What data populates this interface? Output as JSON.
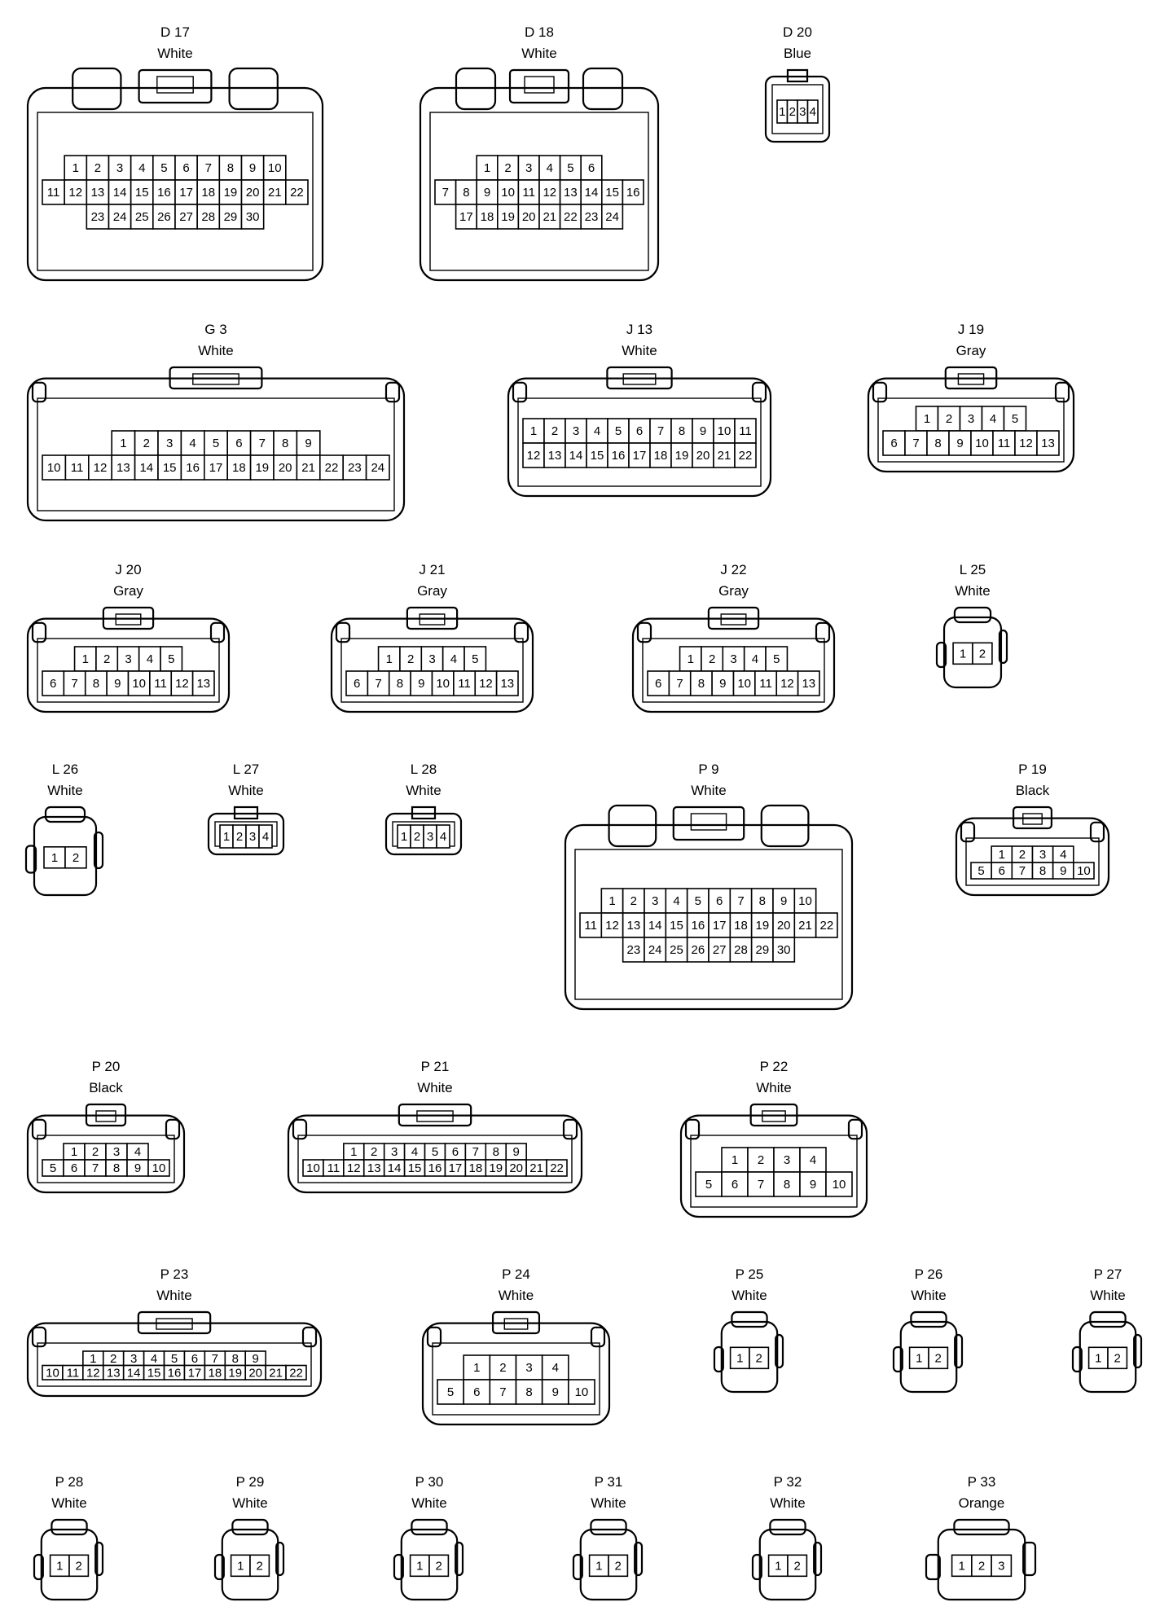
{
  "connectors": [
    {
      "id": "D17",
      "code": "D 17",
      "color": "White",
      "style": "large",
      "rows": [
        [
          "1",
          "2",
          "3",
          "4",
          "5",
          "6",
          "7",
          "8",
          "9",
          "10"
        ],
        [
          "11",
          "12",
          "13",
          "14",
          "15",
          "16",
          "17",
          "18",
          "19",
          "20",
          "21",
          "22"
        ],
        [
          "23",
          "24",
          "25",
          "26",
          "27",
          "28",
          "29",
          "30"
        ]
      ]
    },
    {
      "id": "D18",
      "code": "D 18",
      "color": "White",
      "style": "large",
      "rows": [
        [
          "1",
          "2",
          "3",
          "4",
          "5",
          "6"
        ],
        [
          "7",
          "8",
          "9",
          "10",
          "11",
          "12",
          "13",
          "14",
          "15",
          "16"
        ],
        [
          "17",
          "18",
          "19",
          "20",
          "21",
          "22",
          "23",
          "24"
        ]
      ]
    },
    {
      "id": "D20",
      "code": "D 20",
      "color": "Blue",
      "style": "small",
      "rows": [
        [
          "1",
          "2",
          "3",
          "4"
        ]
      ]
    },
    {
      "id": "G3",
      "code": "G 3",
      "color": "White",
      "style": "wide",
      "rows": [
        [
          "1",
          "2",
          "3",
          "4",
          "5",
          "6",
          "7",
          "8",
          "9"
        ],
        [
          "10",
          "11",
          "12",
          "13",
          "14",
          "15",
          "16",
          "17",
          "18",
          "19",
          "20",
          "21",
          "22",
          "23",
          "24"
        ]
      ]
    },
    {
      "id": "J13",
      "code": "J 13",
      "color": "White",
      "style": "wide",
      "rows": [
        [
          "1",
          "2",
          "3",
          "4",
          "5",
          "6",
          "7",
          "8",
          "9",
          "10",
          "11"
        ],
        [
          "12",
          "13",
          "14",
          "15",
          "16",
          "17",
          "18",
          "19",
          "20",
          "21",
          "22"
        ]
      ]
    },
    {
      "id": "J19",
      "code": "J 19",
      "color": "Gray",
      "style": "medium",
      "rows": [
        [
          "1",
          "2",
          "3",
          "4",
          "5"
        ],
        [
          "6",
          "7",
          "8",
          "9",
          "10",
          "11",
          "12",
          "13"
        ]
      ]
    },
    {
      "id": "J20",
      "code": "J 20",
      "color": "Gray",
      "style": "medium",
      "rows": [
        [
          "1",
          "2",
          "3",
          "4",
          "5"
        ],
        [
          "6",
          "7",
          "8",
          "9",
          "10",
          "11",
          "12",
          "13"
        ]
      ]
    },
    {
      "id": "J21",
      "code": "J 21",
      "color": "Gray",
      "style": "medium",
      "rows": [
        [
          "1",
          "2",
          "3",
          "4",
          "5"
        ],
        [
          "6",
          "7",
          "8",
          "9",
          "10",
          "11",
          "12",
          "13"
        ]
      ]
    },
    {
      "id": "J22",
      "code": "J 22",
      "color": "Gray",
      "style": "medium",
      "rows": [
        [
          "1",
          "2",
          "3",
          "4",
          "5"
        ],
        [
          "6",
          "7",
          "8",
          "9",
          "10",
          "11",
          "12",
          "13"
        ]
      ]
    },
    {
      "id": "L25",
      "code": "L 25",
      "color": "White",
      "style": "plug",
      "rows": [
        [
          "1",
          "2"
        ]
      ]
    },
    {
      "id": "L26",
      "code": "L 26",
      "color": "White",
      "style": "plug",
      "rows": [
        [
          "1",
          "2"
        ]
      ]
    },
    {
      "id": "L27",
      "code": "L 27",
      "color": "White",
      "style": "small",
      "rows": [
        [
          "1",
          "2",
          "3",
          "4"
        ]
      ]
    },
    {
      "id": "L28",
      "code": "L 28",
      "color": "White",
      "style": "small",
      "rows": [
        [
          "1",
          "2",
          "3",
          "4"
        ]
      ]
    },
    {
      "id": "P9",
      "code": "P 9",
      "color": "White",
      "style": "large",
      "rows": [
        [
          "1",
          "2",
          "3",
          "4",
          "5",
          "6",
          "7",
          "8",
          "9",
          "10"
        ],
        [
          "11",
          "12",
          "13",
          "14",
          "15",
          "16",
          "17",
          "18",
          "19",
          "20",
          "21",
          "22"
        ],
        [
          "23",
          "24",
          "25",
          "26",
          "27",
          "28",
          "29",
          "30"
        ]
      ]
    },
    {
      "id": "P19",
      "code": "P 19",
      "color": "Black",
      "style": "medium",
      "rows": [
        [
          "1",
          "2",
          "3",
          "4"
        ],
        [
          "5",
          "6",
          "7",
          "8",
          "9",
          "10"
        ]
      ]
    },
    {
      "id": "P20",
      "code": "P 20",
      "color": "Black",
      "style": "medium",
      "rows": [
        [
          "1",
          "2",
          "3",
          "4"
        ],
        [
          "5",
          "6",
          "7",
          "8",
          "9",
          "10"
        ]
      ]
    },
    {
      "id": "P21",
      "code": "P 21",
      "color": "White",
      "style": "wide",
      "rows": [
        [
          "1",
          "2",
          "3",
          "4",
          "5",
          "6",
          "7",
          "8",
          "9"
        ],
        [
          "10",
          "11",
          "12",
          "13",
          "14",
          "15",
          "16",
          "17",
          "18",
          "19",
          "20",
          "21",
          "22"
        ]
      ]
    },
    {
      "id": "P22",
      "code": "P 22",
      "color": "White",
      "style": "medium",
      "rows": [
        [
          "1",
          "2",
          "3",
          "4"
        ],
        [
          "5",
          "6",
          "7",
          "8",
          "9",
          "10"
        ]
      ]
    },
    {
      "id": "P23",
      "code": "P 23",
      "color": "White",
      "style": "wide",
      "rows": [
        [
          "1",
          "2",
          "3",
          "4",
          "5",
          "6",
          "7",
          "8",
          "9"
        ],
        [
          "10",
          "11",
          "12",
          "13",
          "14",
          "15",
          "16",
          "17",
          "18",
          "19",
          "20",
          "21",
          "22"
        ]
      ]
    },
    {
      "id": "P24",
      "code": "P 24",
      "color": "White",
      "style": "medium",
      "rows": [
        [
          "1",
          "2",
          "3",
          "4"
        ],
        [
          "5",
          "6",
          "7",
          "8",
          "9",
          "10"
        ]
      ]
    },
    {
      "id": "P25",
      "code": "P 25",
      "color": "White",
      "style": "plug",
      "rows": [
        [
          "1",
          "2"
        ]
      ]
    },
    {
      "id": "P26",
      "code": "P 26",
      "color": "White",
      "style": "plug",
      "rows": [
        [
          "1",
          "2"
        ]
      ]
    },
    {
      "id": "P27",
      "code": "P 27",
      "color": "White",
      "style": "plug",
      "rows": [
        [
          "1",
          "2"
        ]
      ]
    },
    {
      "id": "P28",
      "code": "P 28",
      "color": "White",
      "style": "plug",
      "rows": [
        [
          "1",
          "2"
        ]
      ]
    },
    {
      "id": "P29",
      "code": "P 29",
      "color": "White",
      "style": "plug",
      "rows": [
        [
          "1",
          "2"
        ]
      ]
    },
    {
      "id": "P30",
      "code": "P 30",
      "color": "White",
      "style": "plug",
      "rows": [
        [
          "1",
          "2"
        ]
      ]
    },
    {
      "id": "P31",
      "code": "P 31",
      "color": "White",
      "style": "plug",
      "rows": [
        [
          "1",
          "2"
        ]
      ]
    },
    {
      "id": "P32",
      "code": "P 32",
      "color": "White",
      "style": "plug",
      "rows": [
        [
          "1",
          "2"
        ]
      ]
    },
    {
      "id": "P33",
      "code": "P 33",
      "color": "Orange",
      "style": "plug",
      "rows": [
        [
          "1",
          "2",
          "3"
        ]
      ]
    }
  ]
}
